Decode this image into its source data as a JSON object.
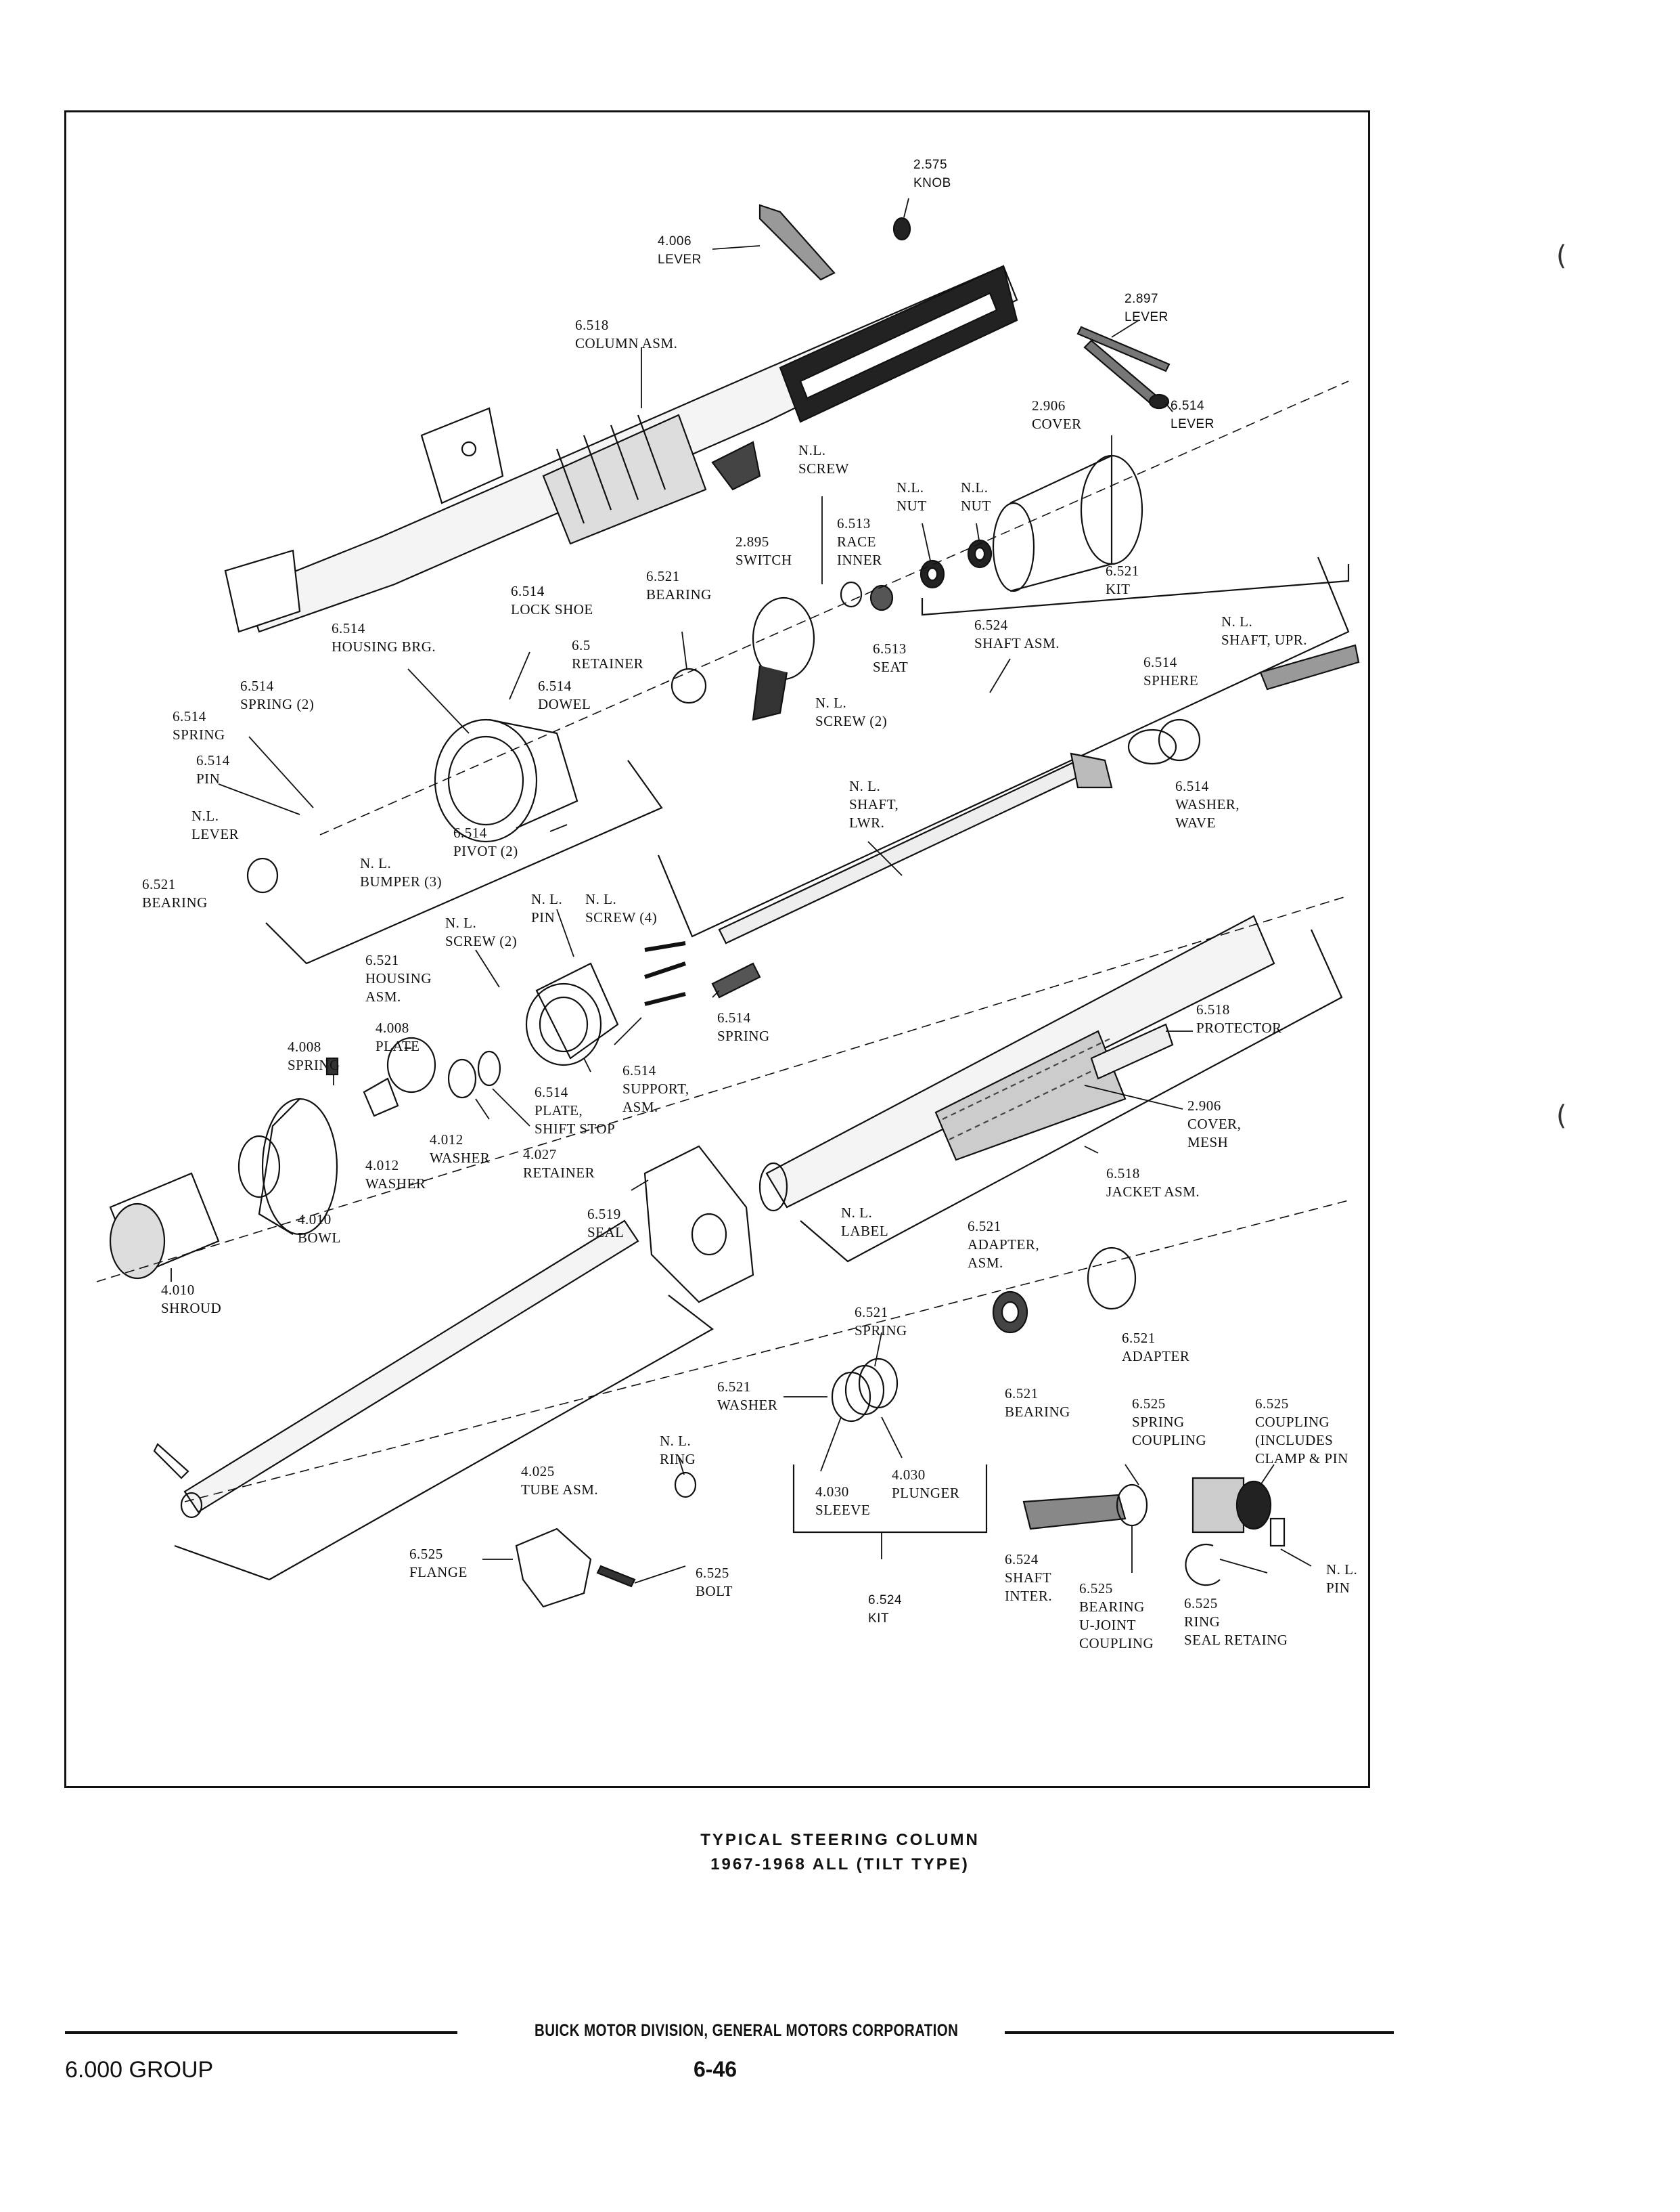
{
  "labels": {
    "knob": [
      "2.575",
      "KNOB"
    ],
    "lever_4006": [
      "4.006",
      "LEVER"
    ],
    "lever_2897": [
      "2.897",
      "LEVER"
    ],
    "lever_6514": [
      "6.514",
      "LEVER"
    ],
    "cover_2906": [
      "2.906",
      "COVER"
    ],
    "column_asm": [
      "6.518",
      "COLUMN ASM."
    ],
    "nl_screw": [
      "N.L.",
      "SCREW"
    ],
    "nl_nut_1": [
      "N.L.",
      "NUT"
    ],
    "nl_nut_2": [
      "N.L.",
      "NUT"
    ],
    "race_inner": [
      "6.513",
      "RACE",
      "INNER"
    ],
    "switch": [
      "2.895",
      "SWITCH"
    ],
    "kit_6521": [
      "6.521",
      "KIT"
    ],
    "bearing_6521": [
      "6.521",
      "BEARING"
    ],
    "lock_shoe": [
      "6.514",
      "LOCK SHOE"
    ],
    "housing_brg": [
      "6.514",
      "HOUSING BRG."
    ],
    "retainer_65": [
      "6.5",
      "RETAINER"
    ],
    "seat_6513": [
      "6.513",
      "SEAT"
    ],
    "shaft_asm": [
      "6.524",
      "SHAFT ASM."
    ],
    "shaft_upr": [
      "N. L.",
      "SHAFT, UPR."
    ],
    "spring_2": [
      "6.514",
      "SPRING (2)"
    ],
    "dowel": [
      "6.514",
      "DOWEL"
    ],
    "nl_screw_2": [
      "N. L.",
      "SCREW (2)"
    ],
    "sphere": [
      "6.514",
      "SPHERE"
    ],
    "spring_6514": [
      "6.514",
      "SPRING"
    ],
    "pin_6514": [
      "6.514",
      "PIN"
    ],
    "washer_wave": [
      "6.514",
      "WASHER,",
      "WAVE"
    ],
    "nl_lever": [
      "N.L.",
      "LEVER"
    ],
    "pivot": [
      "6.514",
      "PIVOT (2)"
    ],
    "shaft_lwr": [
      "N. L.",
      "SHAFT,",
      "LWR."
    ],
    "bearing_6521b": [
      "6.521",
      "BEARING"
    ],
    "bumper": [
      "N. L.",
      "BUMPER (3)"
    ],
    "nl_pin": [
      "N. L.",
      "PIN"
    ],
    "nl_screw_4": [
      "N. L.",
      "SCREW (4)"
    ],
    "nl_screw_2b": [
      "N. L.",
      "SCREW (2)"
    ],
    "housing_asm": [
      "6.521",
      "HOUSING",
      "ASM."
    ],
    "spring_6514b": [
      "6.514",
      "SPRING"
    ],
    "protector": [
      "6.518",
      "PROTECTOR"
    ],
    "plate_4008": [
      "4.008",
      "PLATE"
    ],
    "spring_4008": [
      "4.008",
      "SPRING"
    ],
    "support_asm": [
      "6.514",
      "SUPPORT,",
      "ASM."
    ],
    "plate_shift_stop": [
      "6.514",
      "PLATE,",
      "SHIFT STOP"
    ],
    "washer_4012a": [
      "4.012",
      "WASHER"
    ],
    "washer_4012b": [
      "4.012",
      "WASHER"
    ],
    "retainer_4027": [
      "4.027",
      "RETAINER"
    ],
    "cover_mesh": [
      "2.906",
      "COVER,",
      "MESH"
    ],
    "jacket_asm": [
      "6.518",
      "JACKET ASM."
    ],
    "bowl": [
      "4.010",
      "BOWL"
    ],
    "seal_6519": [
      "6.519",
      "SEAL"
    ],
    "nl_label": [
      "N. L.",
      "LABEL"
    ],
    "adapter_asm": [
      "6.521",
      "ADAPTER,",
      "ASM."
    ],
    "shroud": [
      "4.010",
      "SHROUD"
    ],
    "spring_6521": [
      "6.521",
      "SPRING"
    ],
    "adapter_6521": [
      "6.521",
      "ADAPTER"
    ],
    "washer_6521": [
      "6.521",
      "WASHER"
    ],
    "bearing_6521c": [
      "6.521",
      "BEARING"
    ],
    "spring_coupling": [
      "6.525",
      "SPRING",
      "COUPLING"
    ],
    "coupling": [
      "6.525",
      "COUPLING",
      "(INCLUDES",
      "CLAMP & PIN"
    ],
    "nl_ring": [
      "N. L.",
      "RING"
    ],
    "tube_asm": [
      "4.025",
      "TUBE ASM."
    ],
    "plunger": [
      "4.030",
      "PLUNGER"
    ],
    "sleeve": [
      "4.030",
      "SLEEVE"
    ],
    "flange": [
      "6.525",
      "FLANGE"
    ],
    "bolt": [
      "6.525",
      "BOLT"
    ],
    "kit_6524": [
      "6.524",
      "KIT"
    ],
    "shaft_inter": [
      "6.524",
      "SHAFT",
      "INTER."
    ],
    "bearing_ujoint": [
      "6.525",
      "BEARING",
      "U-JOINT",
      "COUPLING"
    ],
    "ring_seal": [
      "6.525",
      "RING",
      "SEAL RETAING"
    ],
    "nl_pin_2": [
      "N. L.",
      "PIN"
    ]
  },
  "caption": [
    "TYPICAL STEERING COLUMN",
    "1967-1968 ALL (TILT TYPE)"
  ],
  "footer": {
    "company": "BUICK MOTOR DIVISION, GENERAL MOTORS CORPORATION",
    "group": "6.000 GROUP",
    "page": "6-46"
  }
}
